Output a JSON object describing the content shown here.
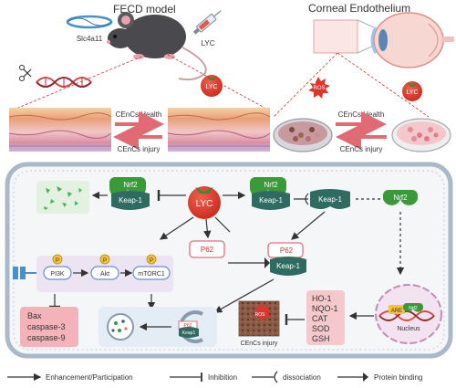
{
  "top": {
    "fecd_title": "FECD model",
    "corneal_title": "Corneal Endothelium",
    "gene_label": "Slc4a11",
    "syringe_label": "LYC",
    "tomato_label": "LYC",
    "ros_label": "ROS",
    "left_health": "CEnCs Health",
    "left_injury": "CEnCs injury",
    "right_health": "CEnCs Health",
    "right_injury": "CEnCs injury"
  },
  "cell": {
    "lyc_center": "LYC",
    "nrf2": "Nrf2",
    "keap1": "Keap-1",
    "nrf2_right": "Nrf2",
    "keap1_right": "Keap-1",
    "nrf2_free": "Nrf2",
    "p62_left": "P62",
    "p62_complex": "P62",
    "keap1_complex": "Keap-1",
    "p_label": "P",
    "pi3k": "PI3K",
    "akt": "Akt",
    "mtorc1": "mTORC1",
    "apoptosis": [
      "Bax",
      "caspase-3",
      "caspase-9"
    ],
    "enzymes": [
      "HO-1",
      "NQO-1",
      "CAT",
      "SOD",
      "GSH"
    ],
    "ros_box": "ROS",
    "cencs_injury": "CEnCs injury",
    "are": "ARE",
    "nrf2_nucleus": "Nrf2",
    "nucleus": "Nucleus",
    "auto_p62": "P62",
    "auto_keap": "Keap1"
  },
  "legend": {
    "enhancement": "Enhancement/Participation",
    "inhibition": "Inhibition",
    "dissociation": "dissociation",
    "binding": "Protein binding"
  },
  "colors": {
    "nrf2_green": "#3a9a3a",
    "keap_dark": "#2f6b60",
    "tomato_red": "#d9372b",
    "p62_pink": "#e0707a",
    "apoptosis_box": "#f4b3b8",
    "enzyme_box": "#f5c8cc",
    "cell_border": "#a9b9c9"
  }
}
